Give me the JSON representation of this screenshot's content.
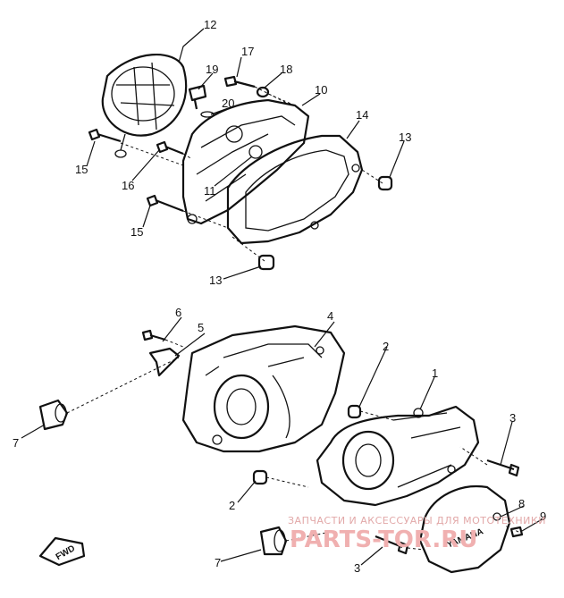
{
  "callouts": {
    "c1": "1",
    "c2a": "2",
    "c2b": "2",
    "c3a": "3",
    "c3b": "3",
    "c4": "4",
    "c5": "5",
    "c6": "6",
    "c7a": "7",
    "c7b": "7",
    "c8": "8",
    "c9": "9",
    "c10": "10",
    "c11": "11",
    "c12": "12",
    "c13a": "13",
    "c13b": "13",
    "c14": "14",
    "c15a": "15",
    "c15b": "15",
    "c16": "16",
    "c17": "17",
    "c18": "18",
    "c19": "19",
    "c20": "20"
  },
  "fwd_label": "FWD",
  "cover_brand": "YAMAHA",
  "watermark": {
    "caption": "ЗАПЧАСТИ И АКСЕССУАРЫ ДЛЯ МОТОТЕХНИКИ",
    "site": "PARTS-TOR.RU"
  }
}
